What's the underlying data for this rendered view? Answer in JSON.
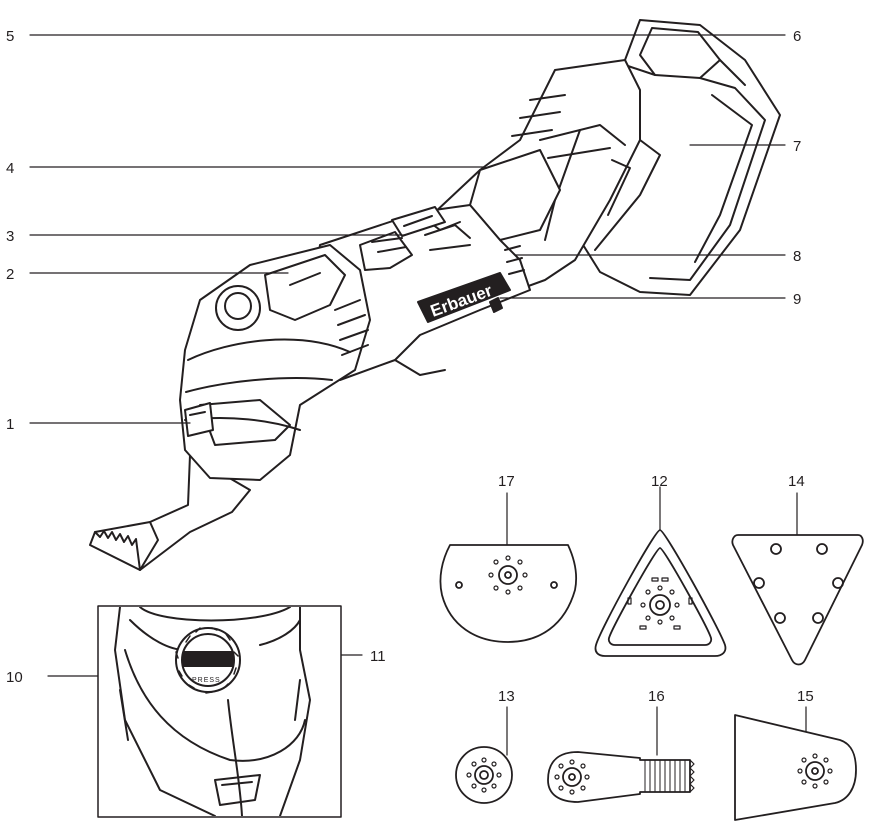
{
  "brand_text": "Erbauer",
  "inset_button_text": "PRESS",
  "callouts": {
    "c1": "1",
    "c2": "2",
    "c3": "3",
    "c4": "4",
    "c5": "5",
    "c6": "6",
    "c7": "7",
    "c8": "8",
    "c9": "9",
    "c10": "10",
    "c11": "11",
    "c12": "12",
    "c13": "13",
    "c14": "14",
    "c15": "15",
    "c16": "16",
    "c17": "17"
  },
  "colors": {
    "line": "#231f20",
    "tool_fill": "#ffffff",
    "tool_dark": "#231f20"
  }
}
